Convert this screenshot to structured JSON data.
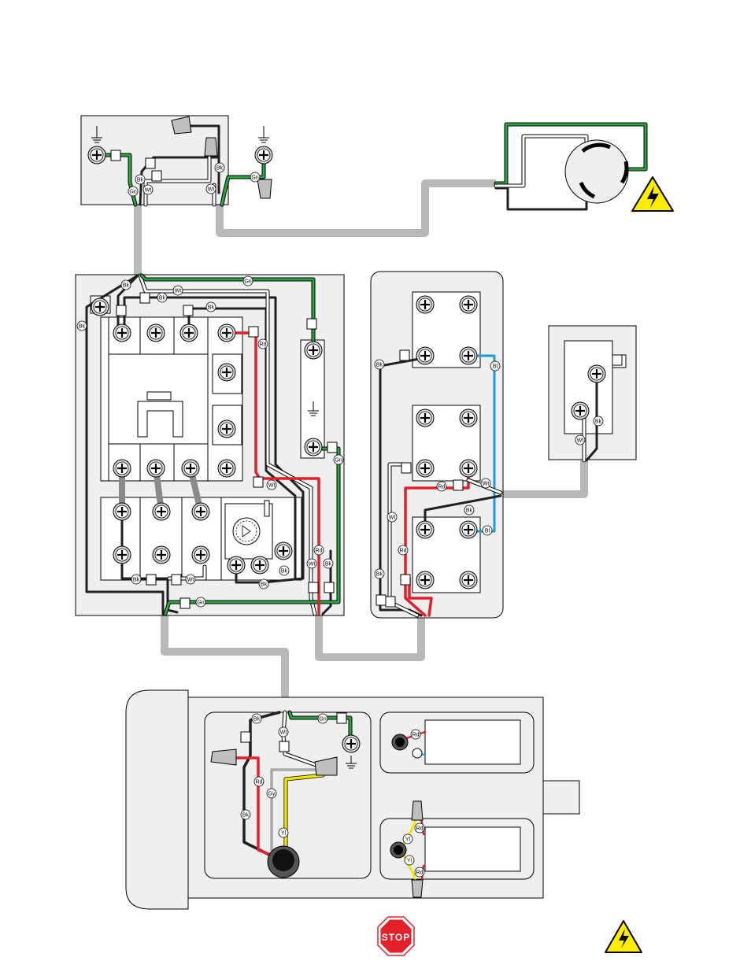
{
  "wire_tags": {
    "black": "Bk",
    "white": "Wt",
    "green": "Gn",
    "red": "Rd",
    "blue": "Bl",
    "gray": "Gy",
    "yellow": "Yl"
  },
  "stop_sign": {
    "label": "STOP"
  },
  "colors": {
    "panel_fill": "#efefef",
    "panel_stroke": "#000000",
    "cable_gray": "#b8b8b8",
    "wire_black": "#231f20",
    "wire_white": "#ffffff",
    "wire_green": "#2ca443",
    "wire_red": "#e0202a",
    "wire_blue": "#1e9ad6",
    "wire_yellow": "#f3e600",
    "wire_gray": "#a8a8a8",
    "warning_yellow": "#ffed00",
    "stop_red": "#e3212a"
  }
}
